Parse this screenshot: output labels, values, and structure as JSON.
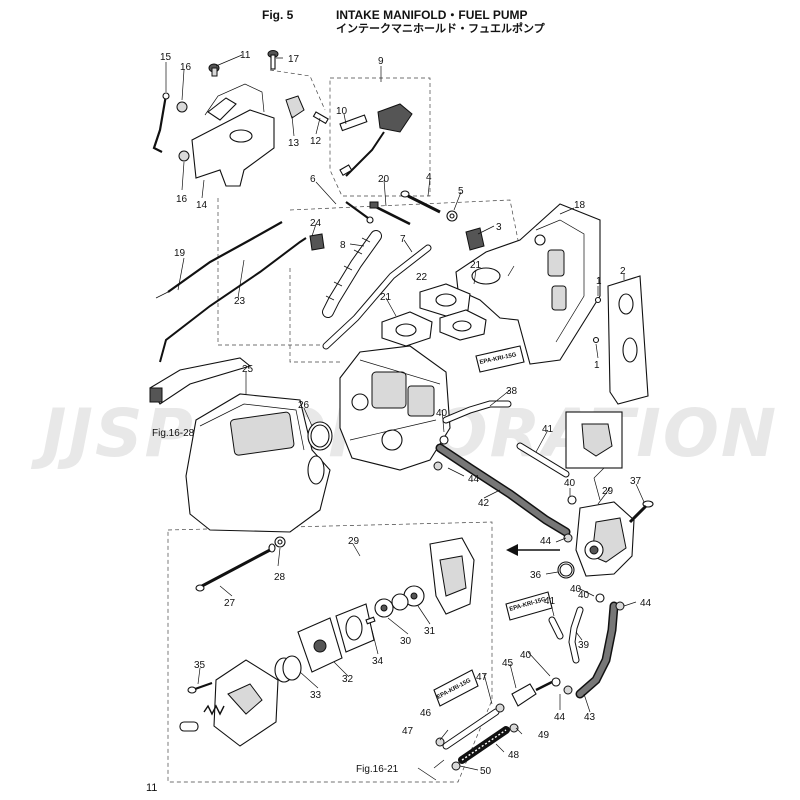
{
  "header": {
    "fig_label": "Fig. 5",
    "title_en": "INTAKE MANIFOLD・FUEL PUMP",
    "title_jp": "インテークマニホールド・フュエルポンプ"
  },
  "watermark": "JJSP CORPORATION",
  "refs": {
    "r1a": "1",
    "r1b": "1",
    "r2": "2",
    "r3": "3",
    "r4": "4",
    "r5": "5",
    "r6": "6",
    "r7": "7",
    "r8": "8",
    "r9": "9",
    "r10": "10",
    "r11": "11",
    "r12": "12",
    "r13": "13",
    "r14": "14",
    "r15": "15",
    "r16a": "16",
    "r16b": "16",
    "r17": "17",
    "r18": "18",
    "r19": "19",
    "r20": "20",
    "r21a": "21",
    "r21b": "21",
    "r22": "22",
    "r23": "23",
    "r24": "24",
    "r25": "25",
    "r26": "26",
    "r27": "27",
    "r28": "28",
    "r29a": "29",
    "r29b": "29",
    "r30": "30",
    "r31": "31",
    "r32": "32",
    "r33": "33",
    "r34": "34",
    "r35": "35",
    "r36": "36",
    "r37": "37",
    "r38": "38",
    "r39": "39",
    "r40a": "40",
    "r40b": "40",
    "r40c": "40",
    "r40d": "40",
    "r40e": "40",
    "r41a": "41",
    "r41b": "41",
    "r42": "42",
    "r43": "43",
    "r44a": "44",
    "r44b": "44",
    "r44c": "44",
    "r44d": "44",
    "r45": "45",
    "r46": "46",
    "r47a": "47",
    "r47b": "47",
    "r48": "48",
    "r49": "49",
    "r50": "50"
  },
  "epa_tag": "EPA-KRI-15G",
  "cross_refs": {
    "fig_16_28": "Fig.16-28",
    "fig_16_21": "Fig.16-21"
  },
  "page_number": "11"
}
